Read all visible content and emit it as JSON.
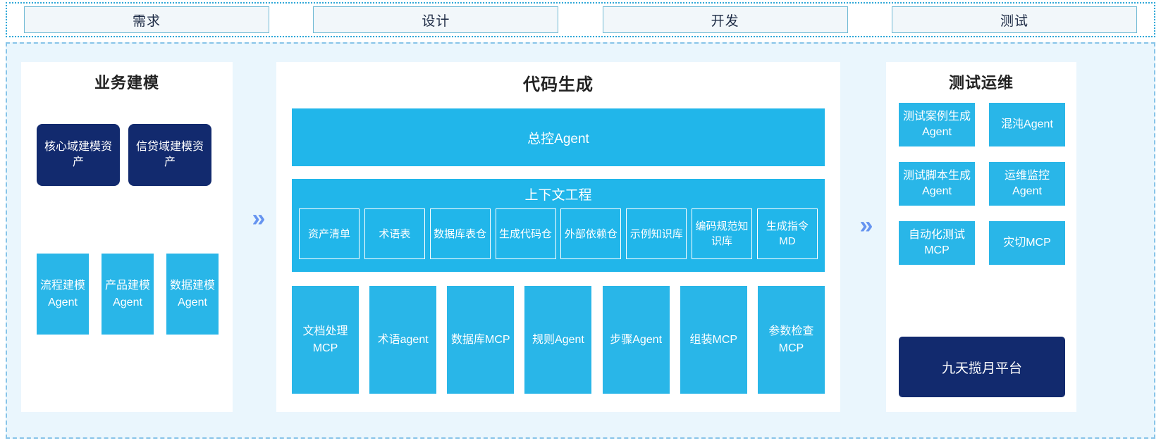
{
  "phases": {
    "items": [
      {
        "label": "需求"
      },
      {
        "label": "设计"
      },
      {
        "label": "开发"
      },
      {
        "label": "测试"
      }
    ]
  },
  "connectors": {
    "chevron_glyph": "»"
  },
  "business_modeling": {
    "title": "业务建模",
    "assets": [
      {
        "label": "核心域建模资产"
      },
      {
        "label": "信贷域建模资产"
      }
    ],
    "agents": [
      {
        "label": "流程建模Agent"
      },
      {
        "label": "产品建模Agent"
      },
      {
        "label": "数据建模Agent"
      }
    ]
  },
  "code_generation": {
    "title": "代码生成",
    "master_agent": "总控Agent",
    "context_engineering": {
      "title": "上下文工程",
      "items": [
        {
          "label": "资产清单"
        },
        {
          "label": "术语表"
        },
        {
          "label": "数据库表仓"
        },
        {
          "label": "生成代码仓"
        },
        {
          "label": "外部依赖仓"
        },
        {
          "label": "示例知识库"
        },
        {
          "label": "编码规范知识库"
        },
        {
          "label": "生成指令MD"
        }
      ]
    },
    "tools": [
      {
        "label": "文档处理MCP"
      },
      {
        "label": "术语agent"
      },
      {
        "label": "数据库MCP"
      },
      {
        "label": "规则Agent"
      },
      {
        "label": "步骤Agent"
      },
      {
        "label": "组装MCP"
      },
      {
        "label": "参数检查MCP"
      }
    ]
  },
  "test_ops": {
    "title": "测试运维",
    "items": [
      {
        "label": "测试案例生成Agent"
      },
      {
        "label": "混沌Agent"
      },
      {
        "label": "测试脚本生成Agent"
      },
      {
        "label": "运维监控Agent"
      },
      {
        "label": "自动化测试MCP"
      },
      {
        "label": "灾切MCP"
      }
    ],
    "platform": "九天揽月平台"
  },
  "colors": {
    "primary_blue": "#21b6ea",
    "agent_blue": "#29b6e8",
    "dark_navy": "#122a6e",
    "canvas_blue": "#eaf6fd",
    "chevron_blue": "#6694f0",
    "phase_border": "#6fb9d4"
  }
}
